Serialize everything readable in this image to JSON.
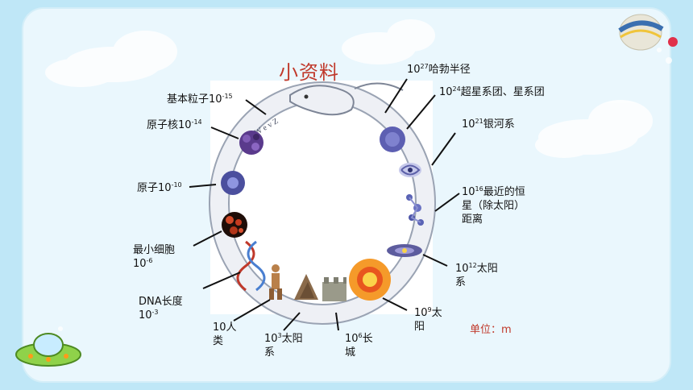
{
  "title": "小资料",
  "unit": "单位：m",
  "labels": [
    {
      "id": "hubble",
      "base": "10",
      "exp": "27",
      "text": "哈勃半径"
    },
    {
      "id": "supercluster",
      "base": "10",
      "exp": "24",
      "text": "超星系团、星系团"
    },
    {
      "id": "galaxy",
      "base": "10",
      "exp": "21",
      "text": "银河系"
    },
    {
      "id": "nearest-star",
      "base": "10",
      "exp": "16",
      "text": "最近的恒",
      "line2": "星（除太阳）",
      "line3": "距离"
    },
    {
      "id": "solar-system",
      "base": "10",
      "exp": "12",
      "text": "太阳",
      "line2": "系"
    },
    {
      "id": "sun",
      "base": "10",
      "exp": "9",
      "text": "太",
      "line2": "阳"
    },
    {
      "id": "great-wall",
      "base": "10",
      "exp": "6",
      "text": "长",
      "line2": "城"
    },
    {
      "id": "pyramid",
      "base": "10",
      "exp": "3",
      "text": "太阳",
      "line2": "系"
    },
    {
      "id": "human",
      "base": "10",
      "exp": "",
      "text": "人",
      "line2": "类"
    },
    {
      "id": "dna",
      "pre": "DNA长度",
      "base": "10",
      "exp": "-3"
    },
    {
      "id": "cell",
      "pre": "最小细胞",
      "base": "10",
      "exp": "-6"
    },
    {
      "id": "atom",
      "pre": "原子",
      "base": "10",
      "exp": "-10"
    },
    {
      "id": "nucleus",
      "pre": "原子核",
      "base": "10",
      "exp": "-14"
    },
    {
      "id": "particle",
      "pre": "基本粒子",
      "base": "10",
      "exp": "-15"
    }
  ],
  "snake_letters": "W e v Z",
  "colors": {
    "title": "#c0392b",
    "ring": "#dfe3ec",
    "ring_edge": "#9aa3b3",
    "bg": "#bfe7f7"
  }
}
